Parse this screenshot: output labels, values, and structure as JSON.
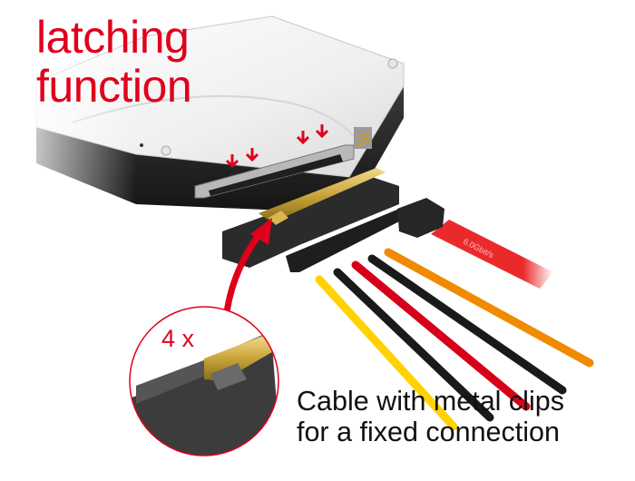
{
  "headline": {
    "line1": "latching",
    "line2": "function"
  },
  "detail_callout": {
    "label": "4 x"
  },
  "caption": {
    "line1": "Cable with metal clips",
    "line2": "for a fixed connection"
  },
  "cable_print": {
    "text": "6.0Gbit/s"
  },
  "colors": {
    "accent_red": "#e0001b",
    "connector_black": "#2b2b2b",
    "gold_clip": "#c9a43a",
    "wire_yellow": "#ffd200",
    "wire_red": "#d7001a",
    "wire_orange": "#f08a00",
    "wire_black": "#1a1a1a",
    "sata_red": "#ea2a2a"
  }
}
